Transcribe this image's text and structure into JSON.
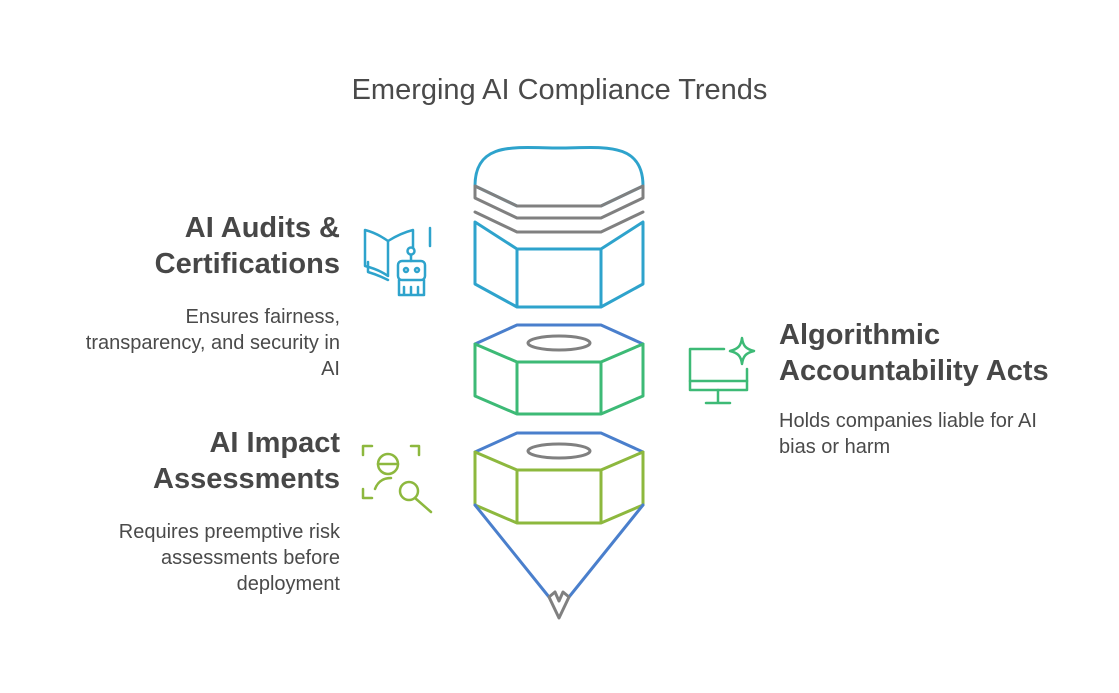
{
  "title": "Emerging AI Compliance Trends",
  "items": [
    {
      "heading_line1": "AI Audits &",
      "heading_line2": "Certifications",
      "description_lines": [
        "Ensures fairness,",
        "transparency, and security in",
        "AI"
      ],
      "icon": "book-robot-icon",
      "color": "#2ea3cc"
    },
    {
      "heading_line1": "Algorithmic",
      "heading_line2": "Accountability Acts",
      "description_lines": [
        "Holds companies liable for AI",
        "bias or harm"
      ],
      "icon": "monitor-sparkle-icon",
      "color": "#3dba76"
    },
    {
      "heading_line1": "AI Impact",
      "heading_line2": "Assessments",
      "description_lines": [
        "Requires preemptive risk",
        "assessments before",
        "deployment"
      ],
      "icon": "face-scan-search-icon",
      "color": "#8db83e"
    }
  ],
  "colors": {
    "top_stroke": "#2ea3cc",
    "band_stroke": "#808080",
    "mid_stroke_top": "#4a7fcc",
    "mid_stroke": "#3dba76",
    "bottom_stroke_top": "#4a7fcc",
    "bottom_stroke": "#8db83e",
    "tip_stroke": "#4a7fcc",
    "lead_stroke": "#808080"
  }
}
